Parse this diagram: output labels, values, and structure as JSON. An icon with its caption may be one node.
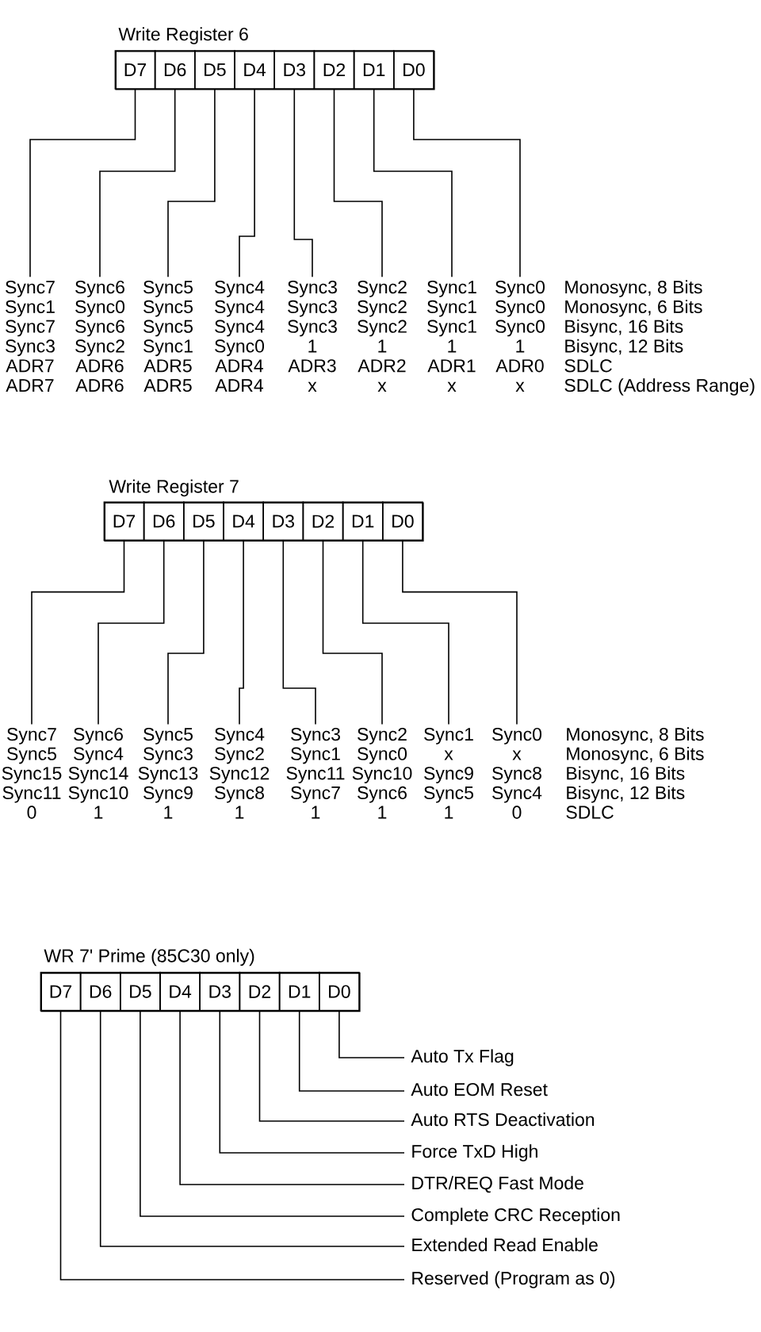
{
  "diagram": {
    "nodes": [
      {
        "text": [
          "Write Register 6"
        ]
      },
      {
        "text": [
          "D7"
        ],
        "in": 0
      },
      {
        "text": [
          "D6"
        ],
        "in": 0
      },
      {
        "text": [
          "D5"
        ],
        "in": 0
      },
      {
        "text": [
          "D4"
        ],
        "in": 0
      },
      {
        "text": [
          "D3"
        ],
        "in": 0
      },
      {
        "text": [
          "D2"
        ],
        "in": 0
      },
      {
        "text": [
          "D1"
        ],
        "in": 0
      },
      {
        "text": [
          "D0"
        ],
        "in": 0
      },
      {
        "text": [
          "Sync7",
          "Sync1",
          "Sync7",
          "Sync3",
          "ADR7",
          "ADR7"
        ]
      },
      {
        "text": [
          "Sync6",
          "Sync0",
          "Sync6",
          "Sync2",
          "ADR6",
          "ADR6"
        ]
      },
      {
        "text": [
          "Sync5",
          "Sync5",
          "Sync5",
          "Sync1",
          "ADR5",
          "ADR5"
        ]
      },
      {
        "text": [
          "Sync4",
          "Sync4",
          "Sync4",
          "Sync0",
          "ADR4",
          "ADR4"
        ]
      },
      {
        "text": [
          "Sync3",
          "Sync3",
          "Sync3",
          "1",
          "ADR3",
          "x"
        ]
      },
      {
        "text": [
          "Sync2",
          "Sync2",
          "Sync2",
          "1",
          "ADR2",
          "x"
        ]
      },
      {
        "text": [
          "Sync1",
          "Sync1",
          "Sync1",
          "1",
          "ADR1",
          "x"
        ]
      },
      {
        "text": [
          "Sync0",
          "Sync0",
          "Sync0",
          "1",
          "ADR0",
          "x"
        ]
      },
      {
        "text": [
          "Write Register 7"
        ]
      },
      {
        "text": [
          "D7"
        ],
        "in": 17
      },
      {
        "text": [
          "D6"
        ],
        "in": 17
      },
      {
        "text": [
          "D5"
        ],
        "in": 17
      },
      {
        "text": [
          "D4"
        ],
        "in": 17
      },
      {
        "text": [
          "D3"
        ],
        "in": 17
      },
      {
        "text": [
          "D2"
        ],
        "in": 17
      },
      {
        "text": [
          "D1"
        ],
        "in": 17
      },
      {
        "text": [
          "D0"
        ],
        "in": 17
      },
      {
        "text": [
          "Sync7",
          "Sync5",
          "Sync15",
          "Sync11",
          "0"
        ]
      },
      {
        "text": [
          "Sync6",
          "Sync4",
          "Sync14",
          "Sync10",
          "1"
        ]
      },
      {
        "text": [
          "Sync5",
          "Sync3",
          "Sync13",
          "Sync9",
          "1"
        ]
      },
      {
        "text": [
          "Sync4",
          "Sync2",
          "Sync12",
          "Sync8",
          "1"
        ]
      },
      {
        "text": [
          "Sync3",
          "Sync1",
          "Sync11",
          "Sync7",
          "1"
        ]
      },
      {
        "text": [
          "Sync2",
          "Sync0",
          "Sync10",
          "Sync6",
          "1"
        ]
      },
      {
        "text": [
          "Sync1",
          "x",
          "Sync9",
          "Sync5",
          "1"
        ]
      },
      {
        "text": [
          "Sync0",
          "x",
          "Sync8",
          "Sync4",
          "0"
        ]
      },
      {
        "text": [
          "WR 7' Prime (85C30 only)"
        ]
      },
      {
        "text": [
          "D7"
        ],
        "in": 34
      },
      {
        "text": [
          "D6"
        ],
        "in": 34
      },
      {
        "text": [
          "D5"
        ],
        "in": 34
      },
      {
        "text": [
          "D4"
        ],
        "in": 34
      },
      {
        "text": [
          "D3"
        ],
        "in": 34
      },
      {
        "text": [
          "D2"
        ],
        "in": 34
      },
      {
        "text": [
          "D1"
        ],
        "in": 34
      },
      {
        "text": [
          "D0"
        ],
        "in": 34
      },
      {
        "text": [
          "Auto Tx Flag"
        ]
      },
      {
        "text": [
          "Auto EOM Reset"
        ]
      },
      {
        "text": [
          "Auto RTS Deactivation"
        ]
      },
      {
        "text": [
          "Force TxD High"
        ]
      },
      {
        "text": [
          "DTR/REQ Fast Mode"
        ]
      },
      {
        "text": [
          "Complete CRC Reception"
        ]
      },
      {
        "text": [
          "Extended Read Enable"
        ]
      },
      {
        "text": [
          "Reserved (Program as 0)"
        ]
      }
    ],
    "edges": [
      {
        "from": 1,
        "to": 9,
        "arrow": "none"
      },
      {
        "from": 2,
        "to": 10,
        "arrow": "none"
      },
      {
        "from": 3,
        "to": 11,
        "arrow": "none"
      },
      {
        "from": 4,
        "to": 12,
        "arrow": "none"
      },
      {
        "from": 5,
        "to": 13,
        "arrow": "none"
      },
      {
        "from": 6,
        "to": 14,
        "arrow": "none"
      },
      {
        "from": 7,
        "to": 15,
        "arrow": "none"
      },
      {
        "from": 8,
        "to": 16,
        "arrow": "none"
      },
      {
        "from": 18,
        "to": 26,
        "arrow": "none"
      },
      {
        "from": 19,
        "to": 27,
        "arrow": "none"
      },
      {
        "from": 20,
        "to": 28,
        "arrow": "none"
      },
      {
        "from": 21,
        "to": 29,
        "arrow": "none"
      },
      {
        "from": 22,
        "to": 30,
        "arrow": "none"
      },
      {
        "from": 23,
        "to": 31,
        "arrow": "none"
      },
      {
        "from": 24,
        "to": 32,
        "arrow": "none"
      },
      {
        "from": 25,
        "to": 33,
        "arrow": "none"
      },
      {
        "from": 35,
        "to": 50,
        "arrow": "none"
      },
      {
        "from": 36,
        "to": 49,
        "arrow": "none"
      },
      {
        "from": 37,
        "to": 48,
        "arrow": "none"
      },
      {
        "from": 38,
        "to": 47,
        "arrow": "none"
      },
      {
        "from": 39,
        "to": 46,
        "arrow": "none"
      },
      {
        "from": 40,
        "to": 45,
        "arrow": "none"
      },
      {
        "from": 41,
        "to": 44,
        "arrow": "none"
      },
      {
        "from": 42,
        "to": 43,
        "arrow": "none"
      }
    ],
    "labels": [
      "Monosync, 8 Bits",
      "Monosync, 6 Bits",
      "Bisync, 16 Bits",
      "Bisync, 12 Bits",
      "SDLC",
      "SDLC (Address Range)",
      "Monosync, 8 Bits",
      "Monosync, 6 Bits",
      "Bisync, 16 Bits",
      "Bisync, 12 Bits",
      "SDLC"
    ]
  }
}
